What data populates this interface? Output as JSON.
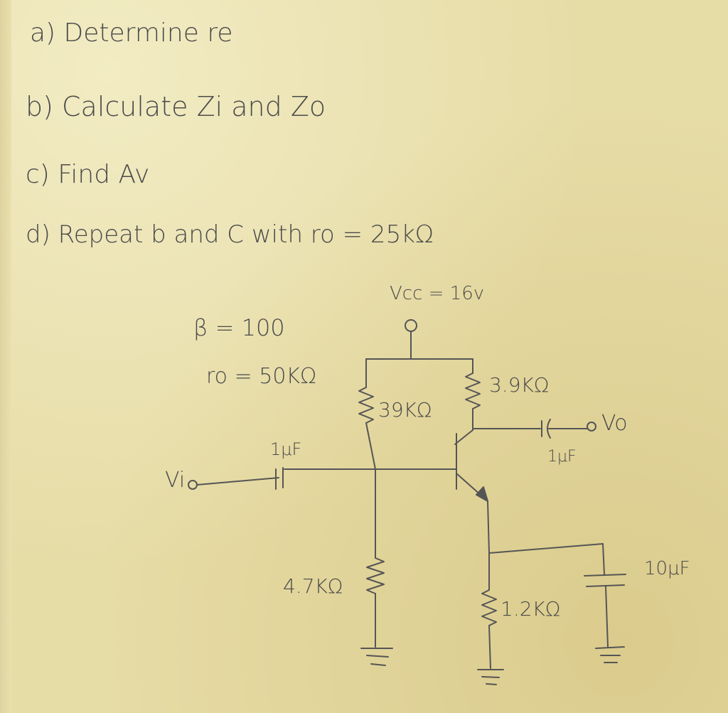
{
  "questions": {
    "a": "a) Determine re",
    "b": "b) Calculate Zi and Zo",
    "c": "c) Find Av",
    "d": "d) Repeat b and C with ro = 25kΩ"
  },
  "circuit": {
    "vcc": "Vcc = 16v",
    "beta": "β = 100",
    "ro": "ro = 50KΩ",
    "r1": "39KΩ",
    "rc": "3.9KΩ",
    "r2": "4.7KΩ",
    "re": "1.2KΩ",
    "c_in": "1μF",
    "c_out": "1μF",
    "c_e": "10μF",
    "vi": "Vi",
    "vo": "Vo"
  },
  "colors": {
    "ink": "#555555",
    "paper": "#e6dca6"
  }
}
